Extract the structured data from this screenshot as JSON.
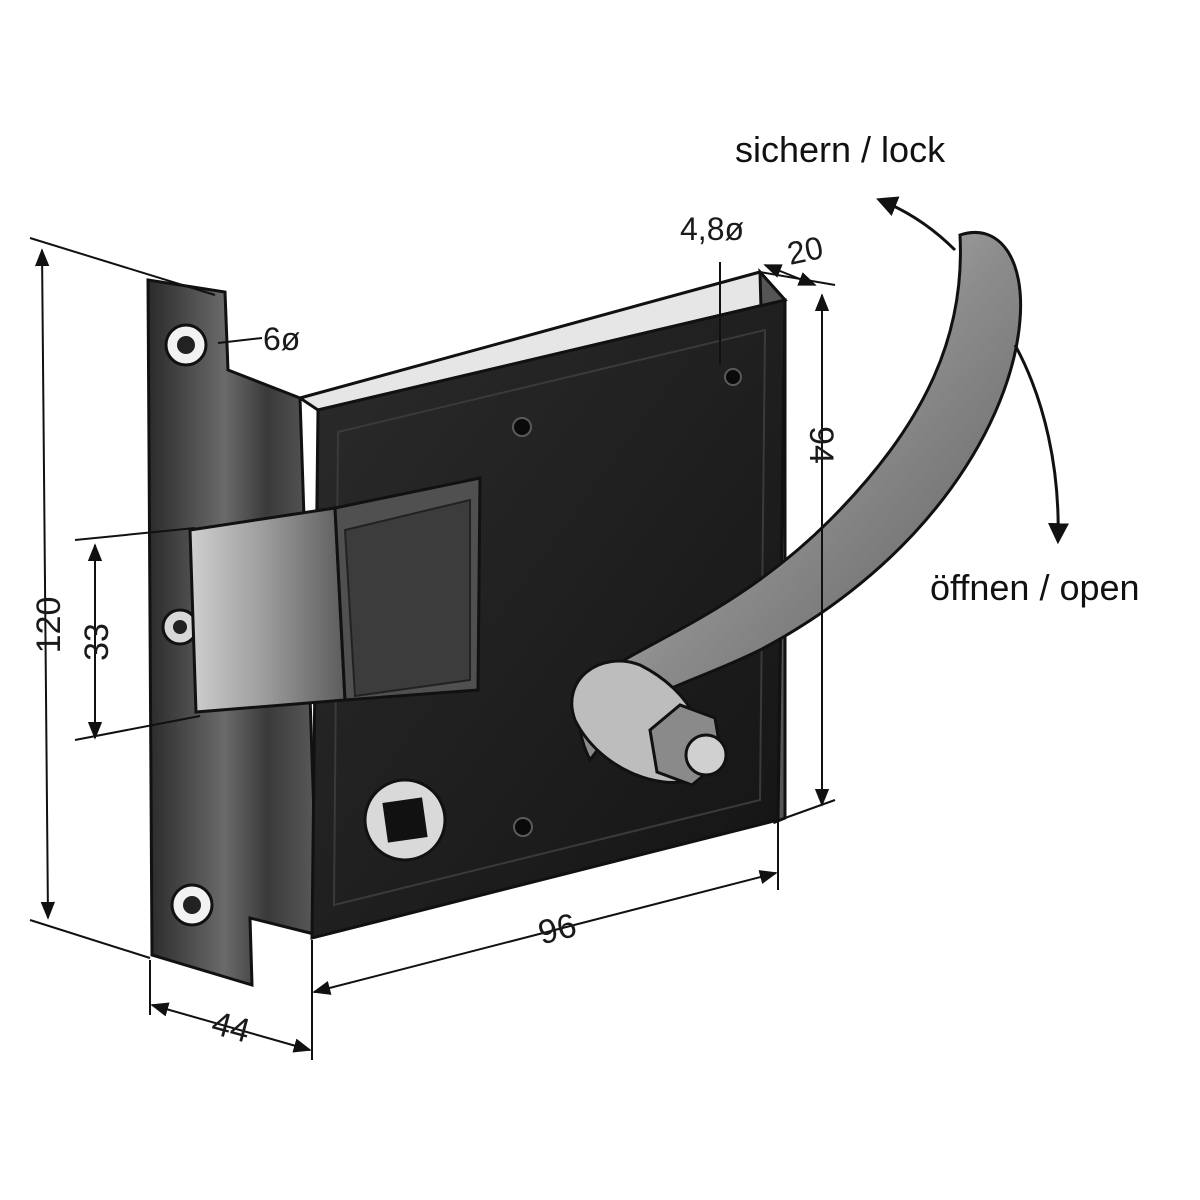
{
  "labels": {
    "lock": "sichern / lock",
    "open": "öffnen / open"
  },
  "dimensions": {
    "height_total": "120",
    "latch_height": "33",
    "hole_plate": "6ø",
    "hole_case": "4,8ø",
    "case_depth": "20",
    "case_height": "94",
    "case_width": "96",
    "plate_width": "44"
  },
  "colors": {
    "case": "#1c1c1c",
    "plate": "#3a3a3a",
    "handle": "#9a9a9a",
    "background": "#ffffff"
  }
}
